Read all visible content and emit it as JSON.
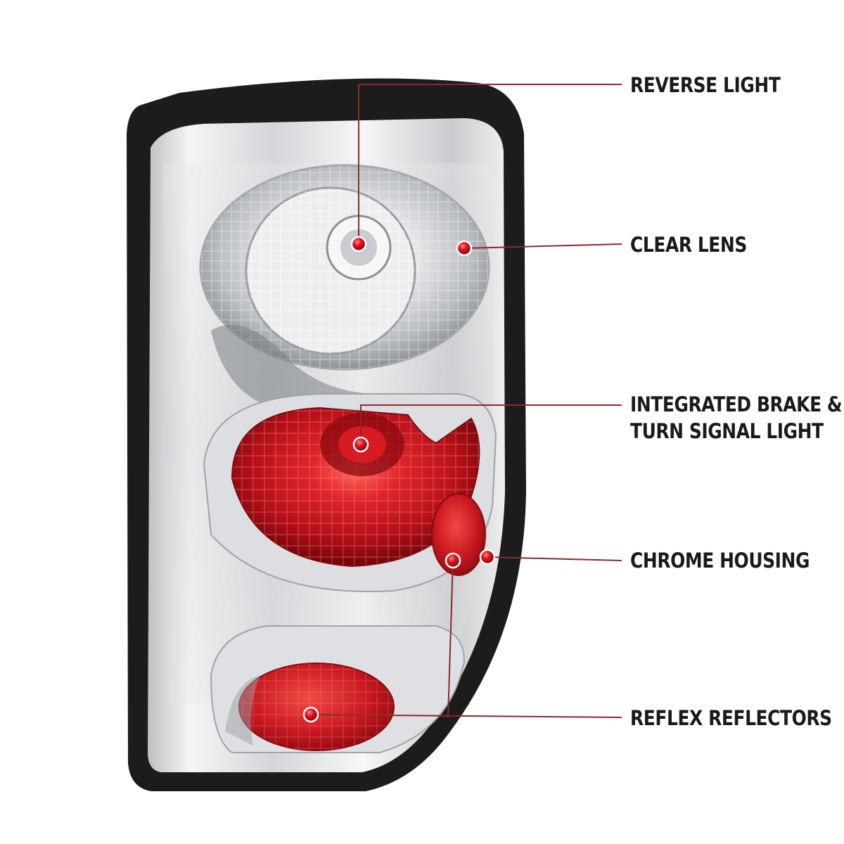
{
  "product": {
    "colors": {
      "housing_trim": "#1c1c1c",
      "chrome": "#d9dadc",
      "lens_red": "#c8121b",
      "callout_line": "#8a2a2a",
      "callout_dot": "#e0141f",
      "label_text": "#1a1a1a"
    }
  },
  "callouts": [
    {
      "id": "reverse-light",
      "label": "REVERSE LIGHT"
    },
    {
      "id": "clear-lens",
      "label": "CLEAR LENS"
    },
    {
      "id": "brake-turn",
      "label_lines": [
        "INTEGRATED BRAKE &",
        "TURN SIGNAL LIGHT"
      ]
    },
    {
      "id": "chrome-housing",
      "label": "CHROME HOUSING"
    },
    {
      "id": "reflex-reflectors",
      "label": "REFLEX REFLECTORS"
    }
  ]
}
